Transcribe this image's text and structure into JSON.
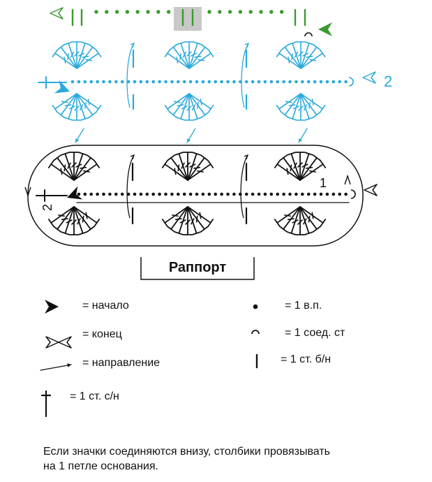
{
  "colors": {
    "row_green": "#3a9a2e",
    "row_blue": "#29a9dc",
    "row_black": "#111111",
    "highlight": "#c8c8c8"
  },
  "row_markers": {
    "blue_row_number": "2",
    "black_row_number": "1",
    "black_row_start_number": "2"
  },
  "repeat_label": "Раппорт",
  "legend": [
    {
      "icon": "filled-arrow-icon",
      "text": "= начало"
    },
    {
      "icon": "outline-arrow-icon",
      "text": "= конец"
    },
    {
      "icon": "direction-arrow-icon",
      "text": "= направление"
    },
    {
      "icon": "double-crochet-icon",
      "text": "= 1 ст. с/н"
    },
    {
      "icon": "chain-dot-icon",
      "text": "= 1 в.п."
    },
    {
      "icon": "slip-stitch-icon",
      "text": "= 1 соед. ст"
    },
    {
      "icon": "single-crochet-icon",
      "text": "= 1 ст. б/н"
    }
  ],
  "note": [
    "Если значки соединяются внизу, столбики провязывать",
    "на 1 петле основания."
  ]
}
